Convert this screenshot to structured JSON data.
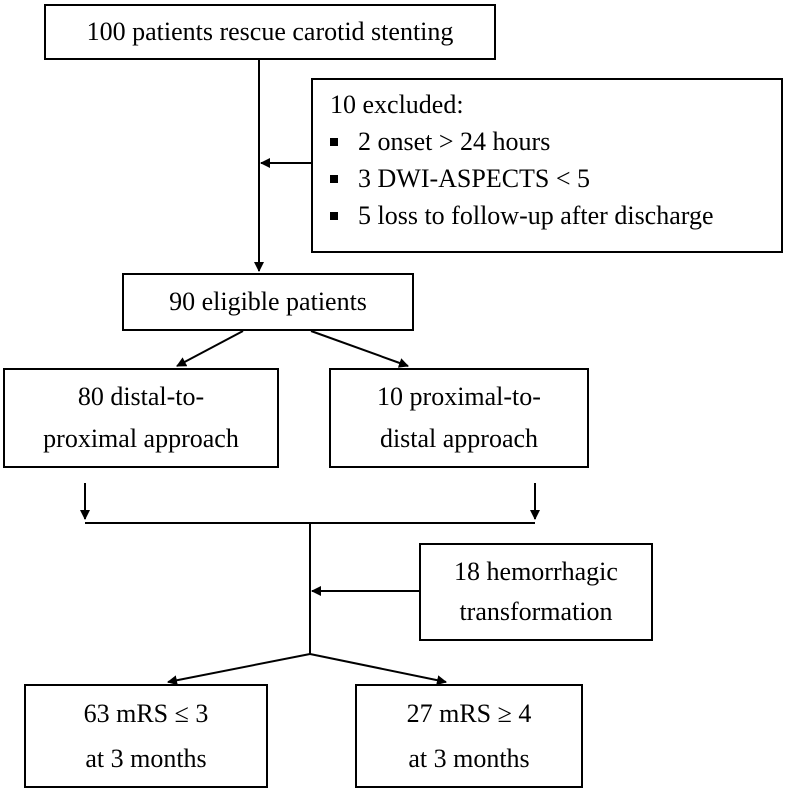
{
  "flowchart": {
    "start": "100 patients rescue carotid stenting",
    "excluded": {
      "title": "10 excluded:",
      "items": [
        "2 onset > 24 hours",
        "3 DWI-ASPECTS < 5",
        "5 loss to follow-up after discharge"
      ]
    },
    "eligible": "90 eligible patients",
    "distal": {
      "line1": "80 distal-to-",
      "line2": "proximal approach"
    },
    "proximal": {
      "line1": "10 proximal-to-",
      "line2": "distal approach"
    },
    "hemorrhagic": {
      "line1": "18 hemorrhagic",
      "line2": "transformation"
    },
    "good_outcome": {
      "line1": "63 mRS ≤ 3",
      "line2": "at 3 months"
    },
    "poor_outcome": {
      "line1": "27 mRS ≥ 4",
      "line2": "at 3 months"
    }
  }
}
